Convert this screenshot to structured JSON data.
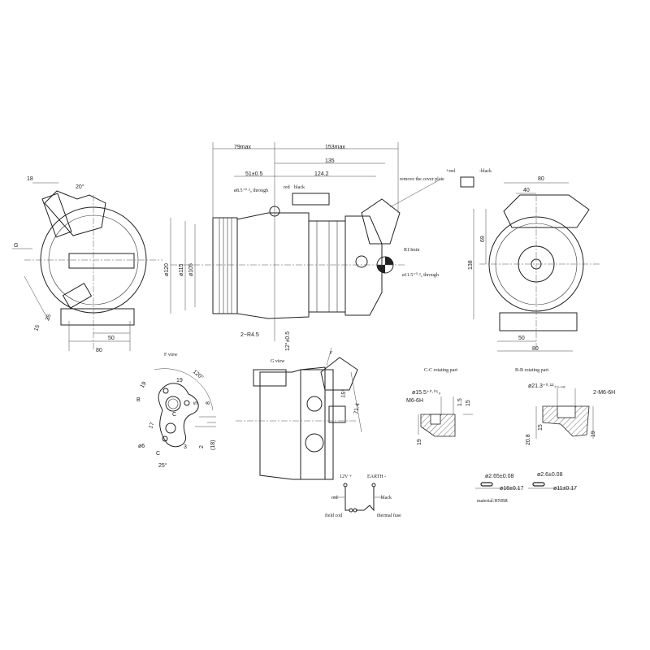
{
  "side_view": {
    "d_79max": "79max",
    "d_153max": "153max",
    "d_135": "135",
    "d_51": "51±0.5",
    "d_124": "124.2",
    "hole_top": "ø8.5⁺⁰·³₀ through",
    "wire_red": "red",
    "wire_black": "black",
    "cover_note": "remove the cover plate",
    "r13": "R13min",
    "hole_right": "ø11.5⁺⁰·³₀ through",
    "d_120": "ø120",
    "d_115": "ø115",
    "d_105": "ø105",
    "r45": "2−R4.5",
    "angle": "12°±0.5"
  },
  "left_view": {
    "d_18": "18",
    "a_20": "20°",
    "g_mark": "G",
    "d_35": "35",
    "d_15": "15",
    "d_50": "50",
    "d_80": "80"
  },
  "right_view": {
    "plus_red": "+red",
    "minus_black": "-black",
    "d_80_top": "80",
    "d_40": "40",
    "d_69": "69",
    "d_138": "138",
    "d_50": "50",
    "d_80": "80"
  },
  "f_view": {
    "title": "F view",
    "a_120": "120°",
    "d_19a": "19",
    "d_19b": "19",
    "b_mark": "B",
    "d_8": "8",
    "d_5": "5",
    "c_mark1": "C",
    "d_17": "17",
    "d_6": "ø6",
    "c_mark2": "C",
    "d_2": "2",
    "d_18": "(18)",
    "d_3": "3",
    "a_25": "25°"
  },
  "g_view": {
    "title": "G view",
    "f_mark": "F",
    "a_15": "15°",
    "d_714": "71.4"
  },
  "cc_section": {
    "title": "C-C rotating part",
    "bore": "ø15.5⁺⁰·⁰⁵₀",
    "thread": "M6-6H",
    "d_15a": "1.5",
    "d_15": "15",
    "d_19": "19"
  },
  "bb_section": {
    "title": "B-B rotating part",
    "bore": "ø21.3⁺⁰·¹²₊₀.₀₈",
    "thread": "2-M6-6H",
    "d_15": "15",
    "d_208": "20.8",
    "d_19": "19"
  },
  "orings": {
    "o1_cs": "ø2.65±0.08",
    "o1_id": "ø16±0.17",
    "o2_cs": "ø2.6±0.08",
    "o2_id": "ø11±0.17",
    "material": "material:HNBR"
  },
  "wiring": {
    "plus": "12V +",
    "earth": "EARTH -",
    "red": "red",
    "black": "black",
    "coil": "field coil",
    "fuse": "thermal fuse"
  }
}
